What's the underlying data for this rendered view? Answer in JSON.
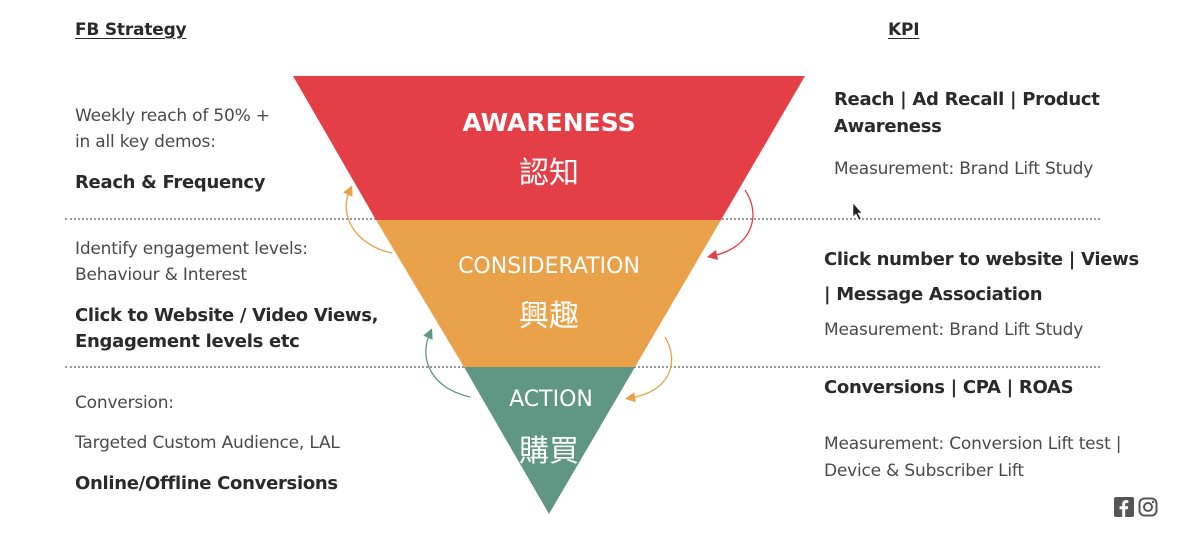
{
  "headers": {
    "left": "FB Strategy",
    "right": "KPI"
  },
  "funnel": {
    "awareness": {
      "label": "AWARENESS",
      "sub": "認知",
      "color": "#e43f47"
    },
    "consideration": {
      "label": "CONSIDERATION",
      "sub": "興趣",
      "color": "#e9a249"
    },
    "action": {
      "label": "ACTION",
      "sub": "購買",
      "color": "#5f9684"
    }
  },
  "left": {
    "awareness": {
      "line1": "Weekly reach of 50% +",
      "line2": "in all key demos:",
      "bold": "Reach & Frequency"
    },
    "consideration": {
      "line1": "Identify engagement levels:",
      "line2": "Behaviour & Interest",
      "bold1": "Click to Website / Video Views,",
      "bold2": "Engagement levels etc"
    },
    "action": {
      "line1": "Conversion:",
      "line2": "Targeted Custom Audience, LAL",
      "bold": "Online/Offline Conversions"
    }
  },
  "right": {
    "awareness": {
      "bold1": "Reach | Ad Recall | Product",
      "bold2": "Awareness",
      "measure": "Measurement: Brand Lift Study"
    },
    "consideration": {
      "bold1": "Click number to website | Views",
      "bold2": "| Message Association",
      "measure": "Measurement: Brand Lift Study"
    },
    "action": {
      "bold": "Conversions | CPA | ROAS",
      "measure1": "Measurement: Conversion Lift test |",
      "measure2": "Device & Subscriber Lift"
    }
  },
  "arrow_colors": {
    "up_awareness": "#e9a249",
    "up_consideration": "#5f9684",
    "down_red": "#e43f47",
    "down_orange": "#e9a249"
  },
  "icons": [
    "facebook-icon",
    "instagram-icon"
  ]
}
